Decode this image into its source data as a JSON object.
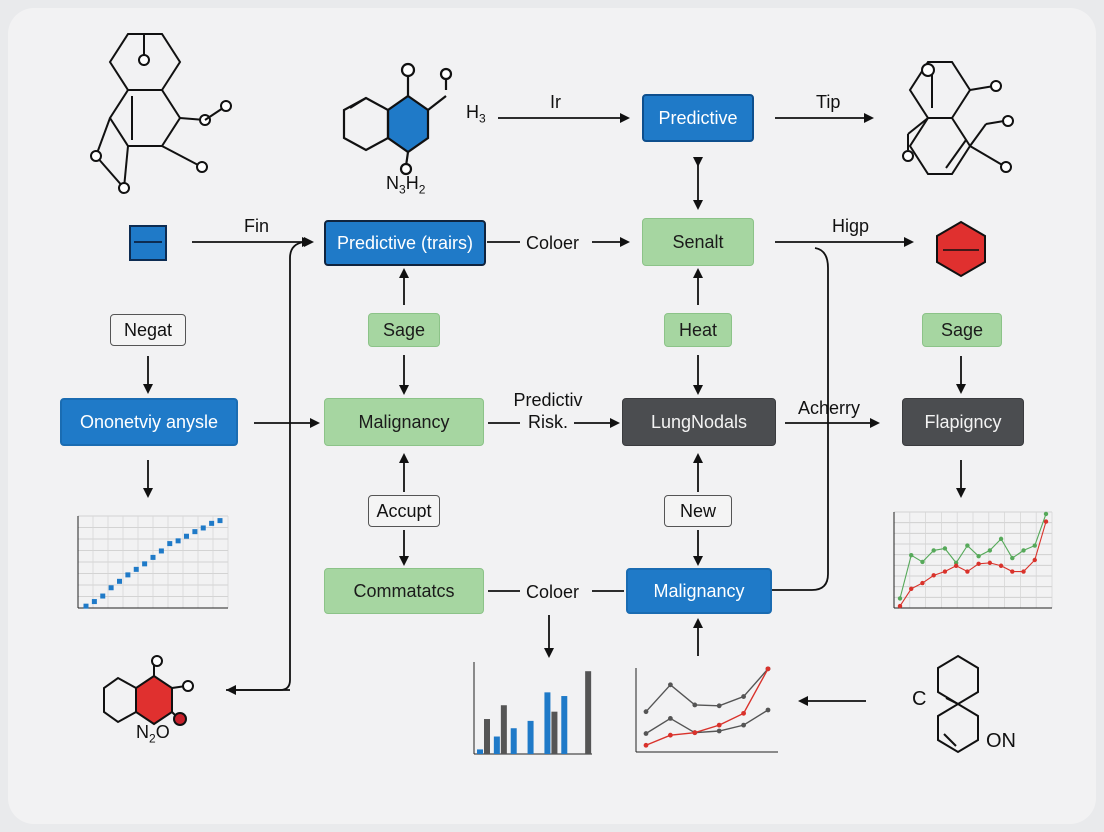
{
  "colors": {
    "blue": "#1f7ac8",
    "green": "#a6d6a1",
    "dark": "#4b4d50",
    "red": "#e0302f",
    "series_gray": "#555555",
    "series_red": "#d9322b",
    "series_green": "#56a95a"
  },
  "nodes": {
    "predictive_top": "Predictive",
    "predictive_trairs": "Predictive (trairs)",
    "senalt": "Senalt",
    "sage_left": "Sage",
    "heat": "Heat",
    "sage_right": "Sage",
    "negat": "Negat",
    "onone": "Ononetviy anysle",
    "malignancy_mid": "Malignancy",
    "lungnodals": "LungNodals",
    "flapigncy": "Flapigncy",
    "accupt": "Accupt",
    "new": "New",
    "commatatcs": "Commatatcs",
    "malignancy_bottom": "Malignancy"
  },
  "edge_labels": {
    "ir": "Ir",
    "tip": "Tip",
    "fin": "Fin",
    "coloer_top": "Coloer",
    "higp": "Higp",
    "predictiv": "Predictiv",
    "risk": "Risk.",
    "acherry": "Acherry",
    "coloer_bottom": "Coloer"
  },
  "molecule_labels": {
    "h3": "H",
    "h3_sub": "3",
    "n3h2_n": "N",
    "n3h2_n_sub": "3",
    "n3h2_h": "H",
    "n3h2_h_sub": "2",
    "n2o_n": "N",
    "n2o_n_sub": "2",
    "n2o_o": "O",
    "c_label": "C",
    "on_label": "ON"
  },
  "icons": {
    "top_left": "fused-ring-molecule-icon",
    "top_center": "naphthalene-molecule-icon",
    "top_right": "fused-ring-molecule-icon",
    "blue_square": "blue-square-icon",
    "red_hexagon": "red-hexagon-icon",
    "bottom_left": "nitro-molecule-icon",
    "bottom_right": "spiro-molecule-icon"
  },
  "chart_data": [
    {
      "type": "scatter",
      "ylim": [
        0,
        10
      ],
      "series": [
        {
          "color": "#1f7ac8",
          "x": [
            0,
            1,
            2,
            3,
            4,
            5,
            6,
            7,
            8,
            9,
            10,
            11,
            12,
            13,
            14,
            15,
            16
          ],
          "y": [
            0.2,
            0.7,
            1.3,
            2.2,
            2.9,
            3.6,
            4.2,
            4.8,
            5.5,
            6.2,
            7.0,
            7.3,
            7.8,
            8.3,
            8.7,
            9.2,
            9.5
          ]
        }
      ]
    },
    {
      "type": "bar",
      "categories": [
        "1",
        "2",
        "3",
        "4",
        "5",
        "6",
        "7"
      ],
      "series": [
        {
          "color": "#1f7ac8",
          "values": [
            0.5,
            1.9,
            2.8,
            3.6,
            6.7,
            6.3,
            0
          ]
        },
        {
          "color": "#555555",
          "values": [
            3.8,
            5.3,
            0,
            0,
            4.6,
            0,
            9.0
          ]
        }
      ],
      "ylim": [
        0,
        10
      ]
    },
    {
      "type": "line",
      "series": [
        {
          "color": "#555555",
          "values": [
            4.8,
            8.0,
            5.6,
            5.5,
            6.6,
            9.9
          ]
        },
        {
          "color": "#555555",
          "values": [
            2.2,
            4.0,
            2.3,
            2.5,
            3.2,
            5.0
          ]
        },
        {
          "color": "#d9322b",
          "values": [
            0.8,
            2.0,
            2.3,
            3.2,
            4.6,
            9.9
          ]
        }
      ],
      "ylim": [
        0,
        10
      ]
    },
    {
      "type": "line",
      "series": [
        {
          "color": "#56a95a",
          "values": [
            1.0,
            5.5,
            4.8,
            6.0,
            6.2,
            4.7,
            6.5,
            5.4,
            6.0,
            7.2,
            5.2,
            6.0,
            6.5,
            9.8
          ]
        },
        {
          "color": "#d9322b",
          "values": [
            0.2,
            2.0,
            2.6,
            3.4,
            3.8,
            4.4,
            3.8,
            4.6,
            4.7,
            4.4,
            3.8,
            3.8,
            5.0,
            9.0
          ]
        }
      ],
      "ylim": [
        0,
        10
      ]
    }
  ]
}
